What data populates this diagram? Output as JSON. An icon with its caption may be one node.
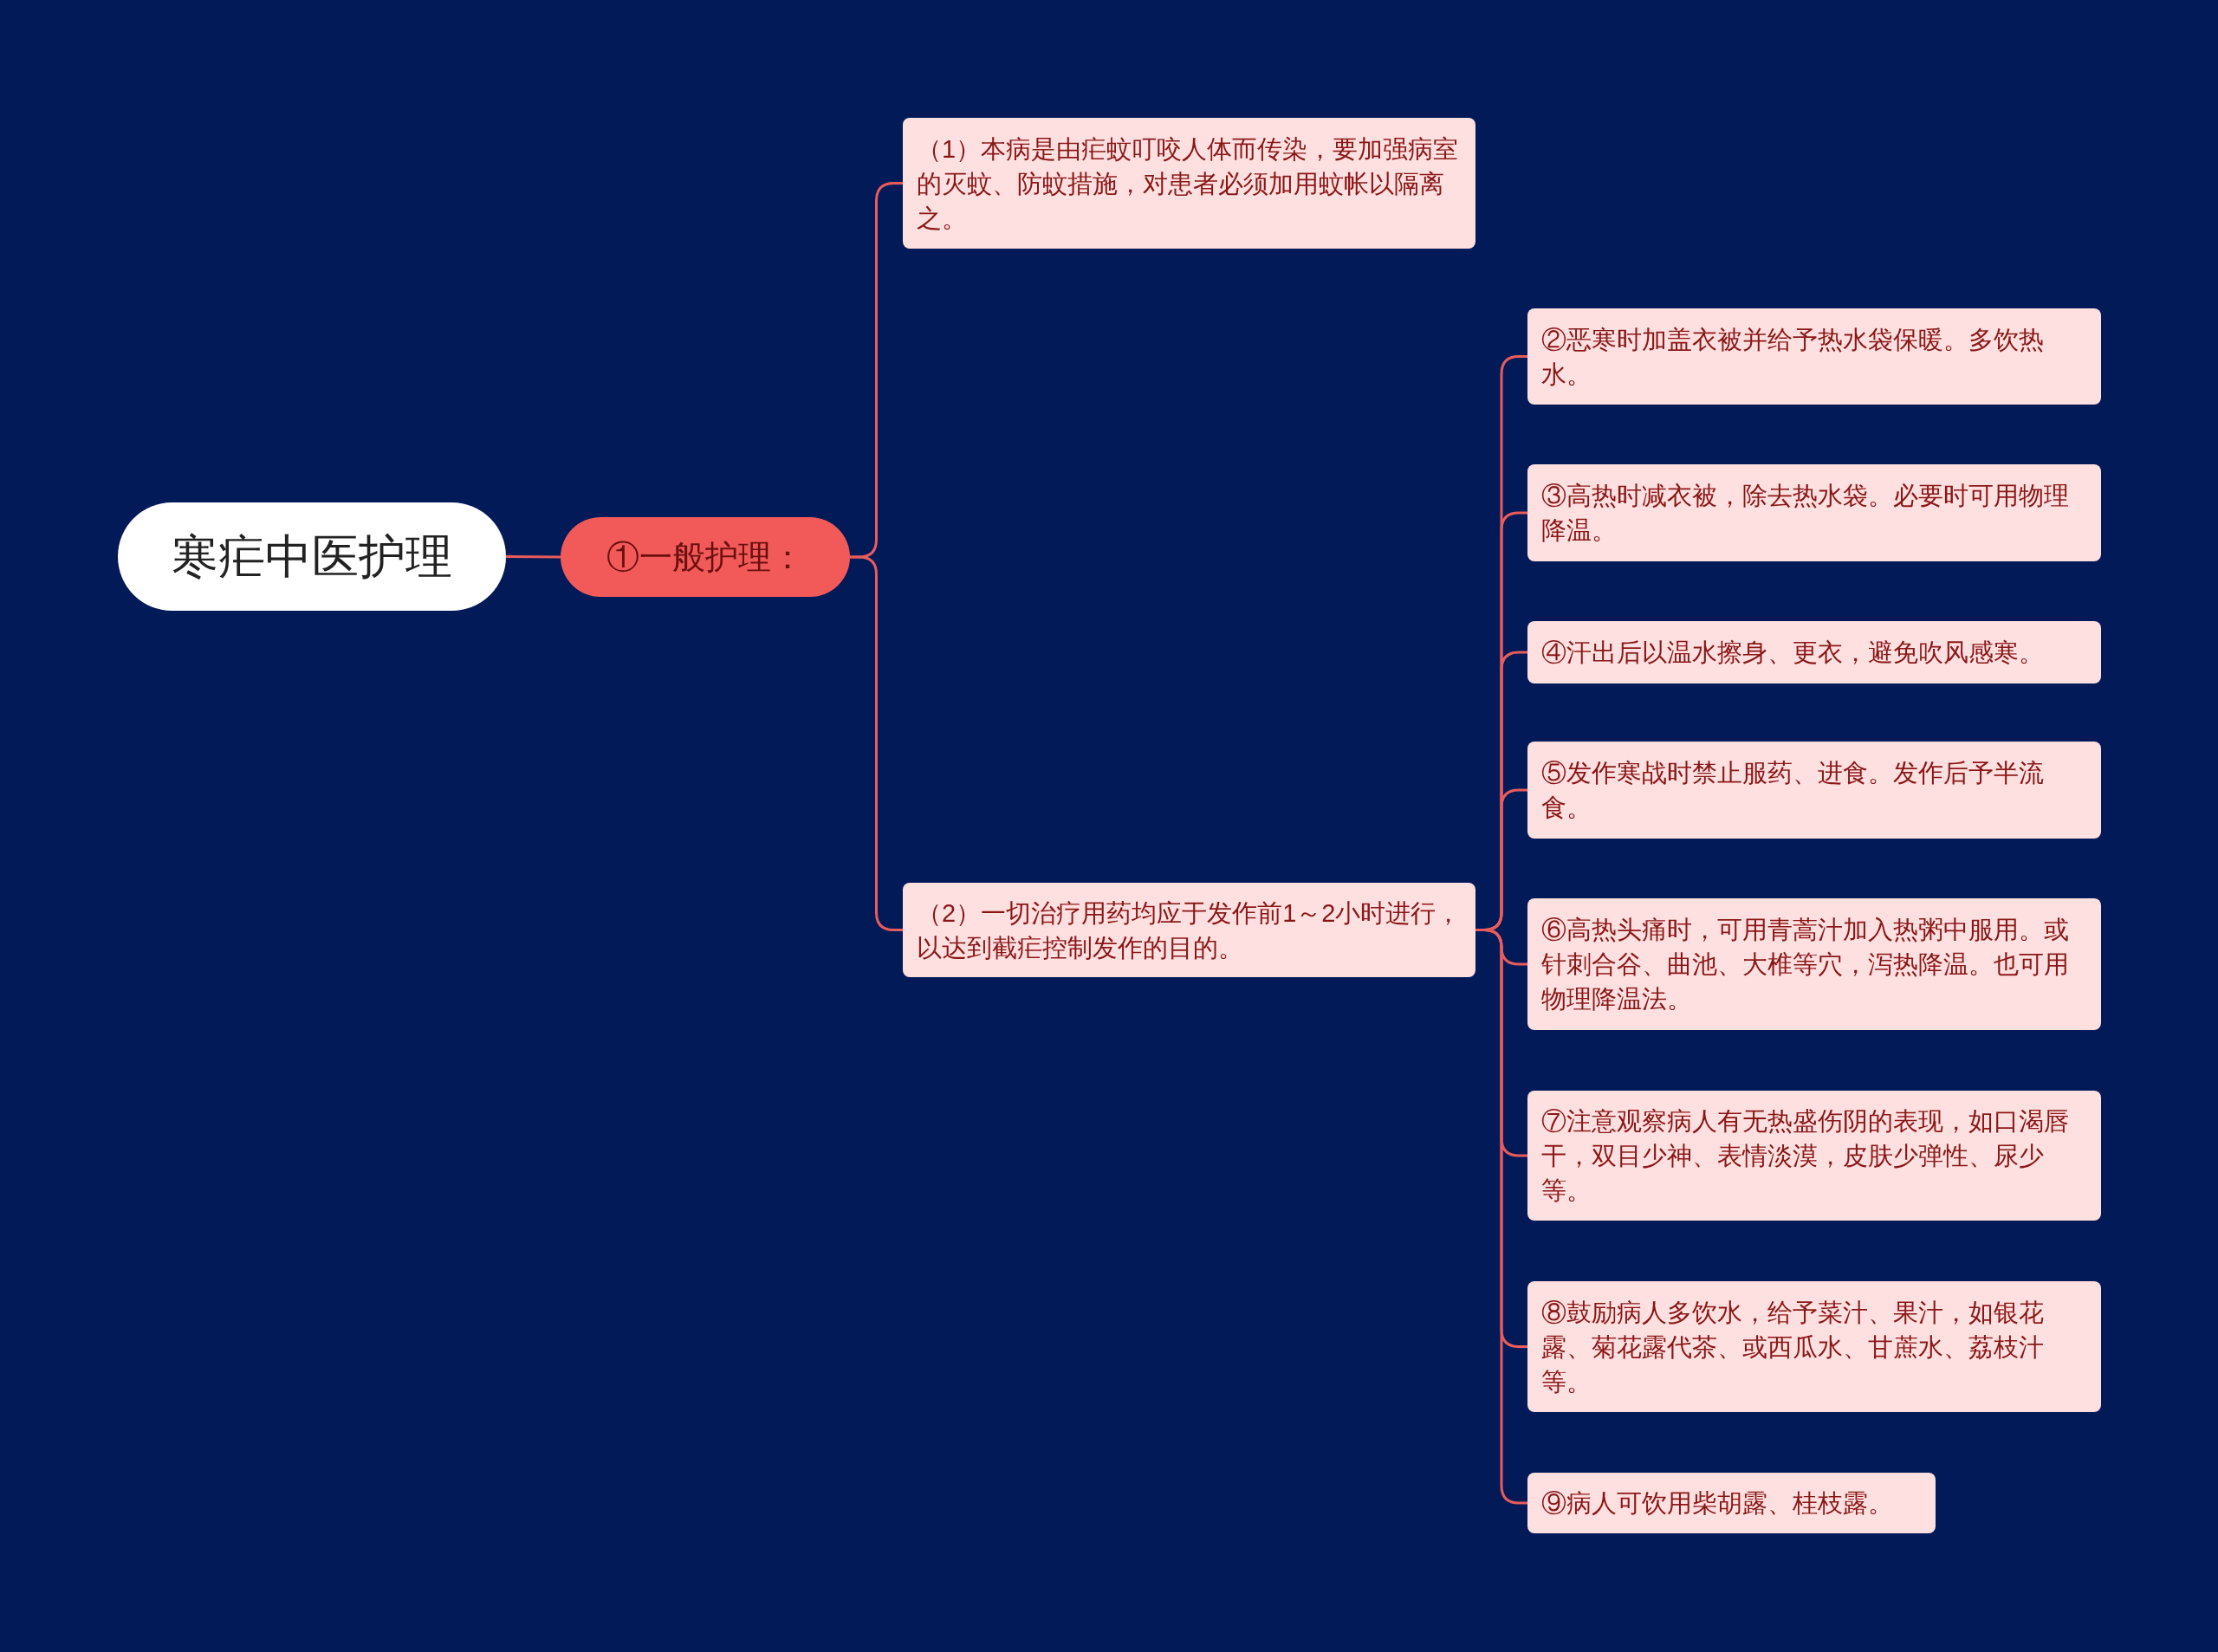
{
  "diagram": {
    "nodes": [
      {
        "text": [
          "寒疟中医护理"
        ]
      },
      {
        "text": [
          "①一般护理："
        ]
      },
      {
        "text": [
          "（1）本病是由疟蚊叮咬人体而传染，要加强病室的灭蚊、防蚊措施，对患者必须加用蚊帐以隔离之。"
        ]
      },
      {
        "text": [
          "（2）一切治疗用药均应于发作前1～2小时进行，以达到截疟控制发作的目的。"
        ]
      },
      {
        "text": [
          "②恶寒时加盖衣被并给予热水袋保暖。多饮热水。"
        ]
      },
      {
        "text": [
          "③高热时减衣被，除去热水袋。必要时可用物理降温。"
        ]
      },
      {
        "text": [
          "④汗出后以温水擦身、更衣，避免吹风感寒。"
        ]
      },
      {
        "text": [
          "⑤发作寒战时禁止服药、进食。发作后予半流食。"
        ]
      },
      {
        "text": [
          "⑥高热头痛时，可用青蒿汁加入热粥中服用。或针刺合谷、曲池、大椎等穴，泻热降温。也可用物理降温法。"
        ]
      },
      {
        "text": [
          "⑦注意观察病人有无热盛伤阴的表现，如口渴唇干，双目少神、表情淡漠，皮肤少弹性、尿少等。"
        ]
      },
      {
        "text": [
          "⑧鼓励病人多饮水，给予菜汁、果汁，如银花露、菊花露代茶、或西瓜水、甘蔗水、荔枝汁等。"
        ]
      },
      {
        "text": [
          "⑨病人可饮用柴胡露、桂枝露。"
        ]
      }
    ],
    "edges": [
      {
        "from": 0,
        "to": 1,
        "arrow": "none"
      },
      {
        "from": 1,
        "to": 2,
        "arrow": "none"
      },
      {
        "from": 1,
        "to": 3,
        "arrow": "none"
      },
      {
        "from": 3,
        "to": 4,
        "arrow": "none"
      },
      {
        "from": 3,
        "to": 5,
        "arrow": "none"
      },
      {
        "from": 3,
        "to": 6,
        "arrow": "none"
      },
      {
        "from": 3,
        "to": 7,
        "arrow": "none"
      },
      {
        "from": 3,
        "to": 8,
        "arrow": "none"
      },
      {
        "from": 3,
        "to": 9,
        "arrow": "none"
      },
      {
        "from": 3,
        "to": 10,
        "arrow": "none"
      },
      {
        "from": 3,
        "to": 11,
        "arrow": "none"
      }
    ]
  }
}
